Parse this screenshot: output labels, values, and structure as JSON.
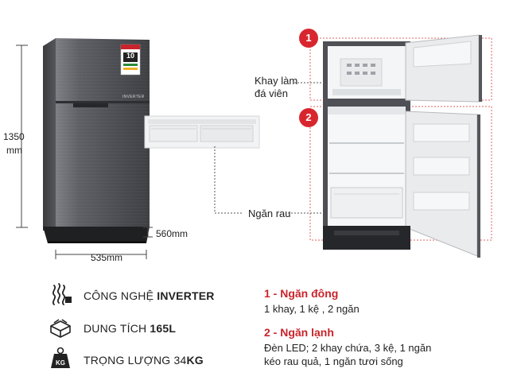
{
  "dimensions": {
    "height_value": "1350",
    "height_unit": "mm",
    "depth": "560mm",
    "width": "535mm"
  },
  "fridge": {
    "energy_label_number": "10",
    "brand_mark": "INVERTER"
  },
  "callouts": {
    "ice_tray_line1": "Khay làm",
    "ice_tray_line2": "đá viên",
    "veg_drawer": "Ngăn rau"
  },
  "badges": {
    "freezer_number": "1",
    "fridge_number": "2"
  },
  "specs": {
    "technology_label": "CÔNG NGHỆ ",
    "technology_value": "INVERTER",
    "capacity_label": "DUNG TÍCH ",
    "capacity_value": "165L",
    "weight_label": "TRỌNG LƯỢNG 34",
    "weight_value": "KG",
    "weight_icon_text": "KG"
  },
  "compartments": {
    "freezer_title": "1 - Ngăn đông",
    "freezer_desc": "1 khay, 1 kệ , 2 ngăn",
    "fridge_title": "2 - Ngăn lạnh",
    "fridge_desc_line1": "Đèn LED; 2 khay chứa, 3 kệ, 1 ngăn",
    "fridge_desc_line2": "kéo rau quả, 1 ngăn tươi sống"
  },
  "colors": {
    "accent_red": "#c8242b",
    "fridge_body": "#5a5c60",
    "dotted_frame": "#e06060"
  }
}
